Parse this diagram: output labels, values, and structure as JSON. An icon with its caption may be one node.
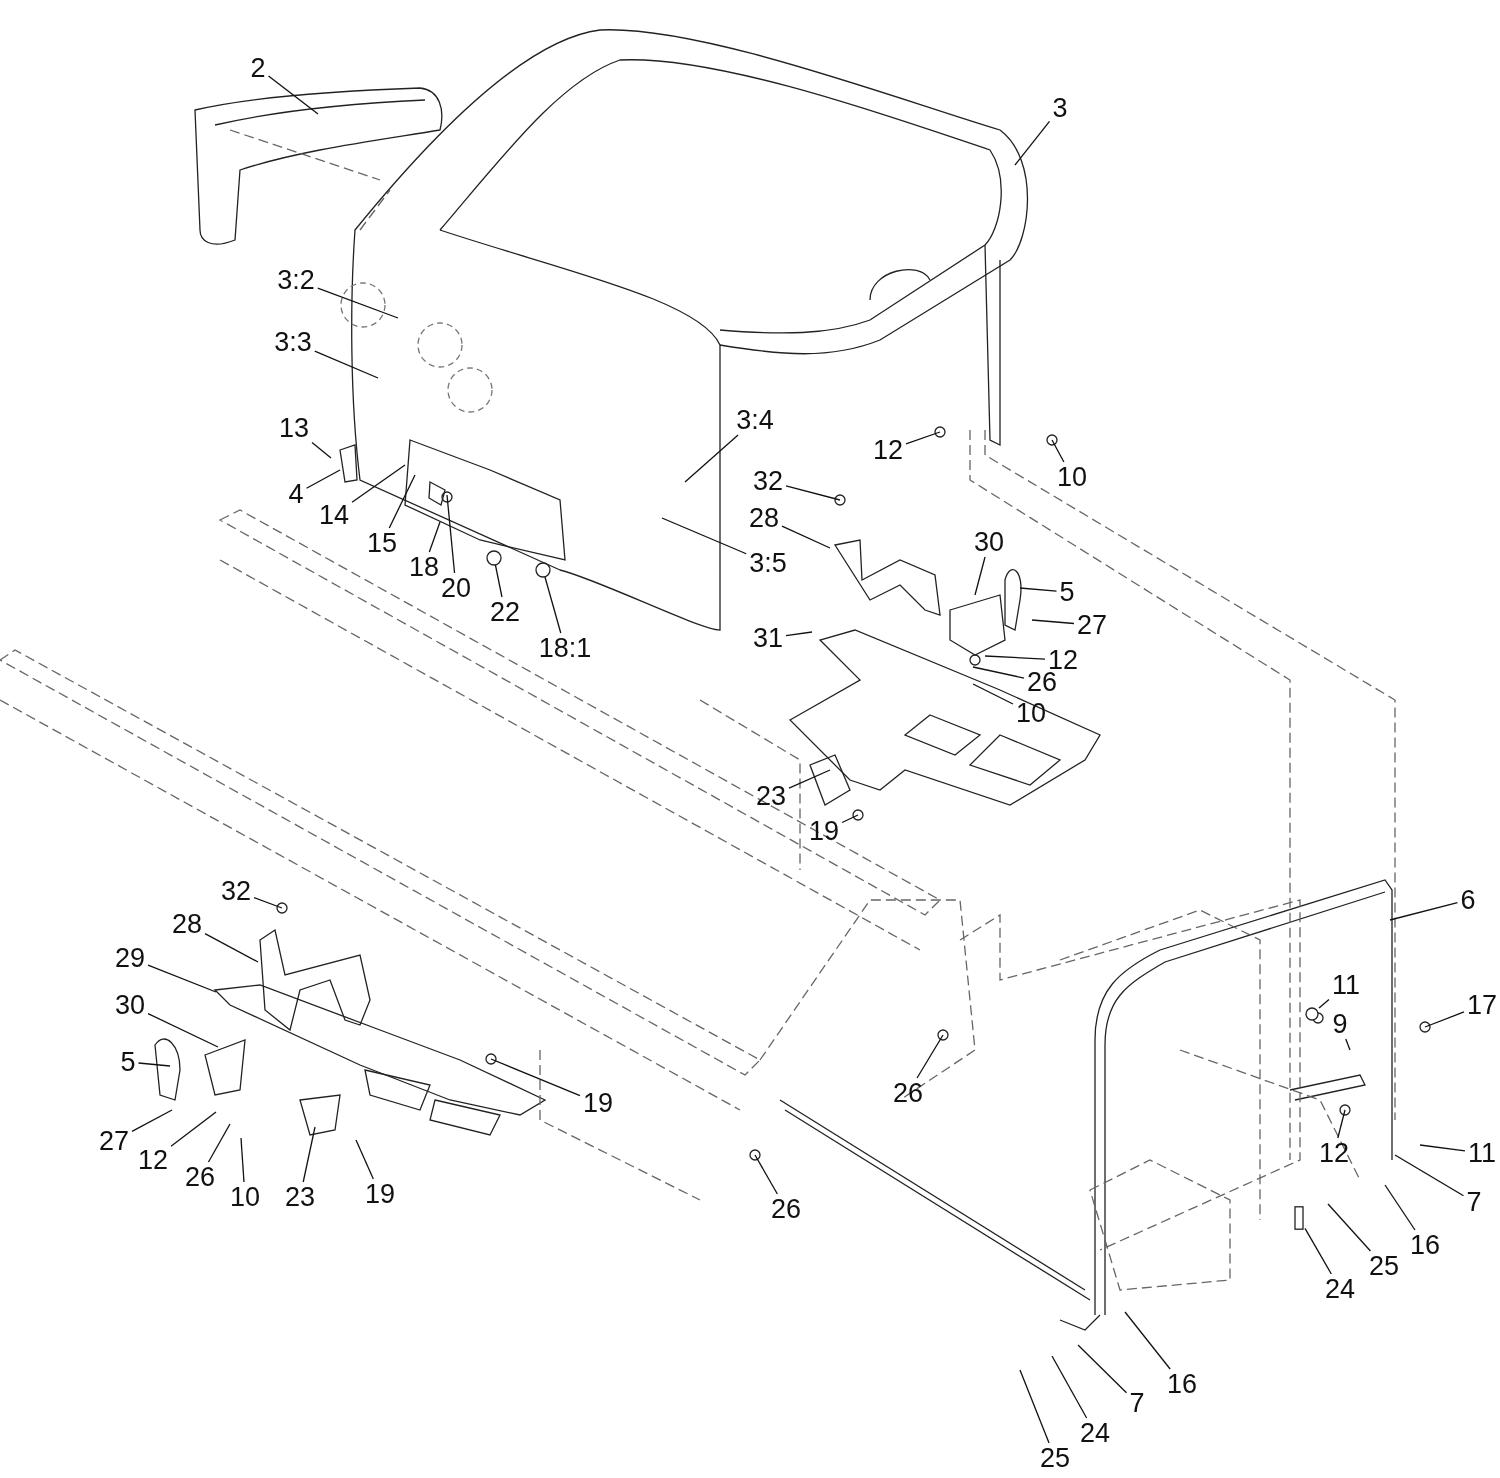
{
  "diagram": {
    "nodes": [
      {
        "text": [
          "2"
        ]
      },
      {
        "text": [
          "3"
        ]
      },
      {
        "text": [
          "3:2"
        ]
      },
      {
        "text": [
          "3:3"
        ]
      },
      {
        "text": [
          "3:4"
        ]
      },
      {
        "text": [
          "3:5"
        ]
      },
      {
        "text": [
          "13"
        ]
      },
      {
        "text": [
          "4"
        ]
      },
      {
        "text": [
          "14"
        ]
      },
      {
        "text": [
          "15"
        ]
      },
      {
        "text": [
          "18"
        ]
      },
      {
        "text": [
          "20"
        ]
      },
      {
        "text": [
          "22"
        ]
      },
      {
        "text": [
          "18:1"
        ]
      },
      {
        "text": [
          "12"
        ]
      },
      {
        "text": [
          "10"
        ]
      },
      {
        "text": [
          "32"
        ]
      },
      {
        "text": [
          "28"
        ]
      },
      {
        "text": [
          "30"
        ]
      },
      {
        "text": [
          "5"
        ]
      },
      {
        "text": [
          "27"
        ]
      },
      {
        "text": [
          "31"
        ]
      },
      {
        "text": [
          "12"
        ]
      },
      {
        "text": [
          "26"
        ]
      },
      {
        "text": [
          "10"
        ]
      },
      {
        "text": [
          "23"
        ]
      },
      {
        "text": [
          "19"
        ]
      },
      {
        "text": [
          "32"
        ]
      },
      {
        "text": [
          "28"
        ]
      },
      {
        "text": [
          "29"
        ]
      },
      {
        "text": [
          "30"
        ]
      },
      {
        "text": [
          "5"
        ]
      },
      {
        "text": [
          "27"
        ]
      },
      {
        "text": [
          "12"
        ]
      },
      {
        "text": [
          "26"
        ]
      },
      {
        "text": [
          "10"
        ]
      },
      {
        "text": [
          "23"
        ]
      },
      {
        "text": [
          "19"
        ]
      },
      {
        "text": [
          "19"
        ]
      },
      {
        "text": [
          "26"
        ]
      },
      {
        "text": [
          "26"
        ]
      },
      {
        "text": [
          "6"
        ]
      },
      {
        "text": [
          "11"
        ]
      },
      {
        "text": [
          "9"
        ]
      },
      {
        "text": [
          "17"
        ]
      },
      {
        "text": [
          "12"
        ]
      },
      {
        "text": [
          "11"
        ]
      },
      {
        "text": [
          "7"
        ]
      },
      {
        "text": [
          "16"
        ]
      },
      {
        "text": [
          "25"
        ]
      },
      {
        "text": [
          "24"
        ]
      },
      {
        "text": [
          "16"
        ]
      },
      {
        "text": [
          "7"
        ]
      },
      {
        "text": [
          "24"
        ]
      },
      {
        "text": [
          "25"
        ]
      },
      {
        "text": [],
        "shape": "circle"
      },
      {
        "text": [],
        "shape": "circle"
      },
      {
        "text": [],
        "shape": "circle"
      },
      {
        "text": [],
        "shape": "box"
      }
    ],
    "edges": [
      {
        "from": 0,
        "to": null,
        "arrow": "none"
      },
      {
        "from": 1,
        "to": null,
        "arrow": "none"
      },
      {
        "from": 2,
        "to": null,
        "arrow": "none"
      },
      {
        "from": 3,
        "to": null,
        "arrow": "none"
      },
      {
        "from": 4,
        "to": null,
        "arrow": "none"
      },
      {
        "from": 5,
        "to": null,
        "arrow": "none"
      },
      {
        "from": 6,
        "to": null,
        "arrow": "none"
      },
      {
        "from": 7,
        "to": null,
        "arrow": "none"
      },
      {
        "from": 8,
        "to": null,
        "arrow": "none"
      },
      {
        "from": 9,
        "to": null,
        "arrow": "none"
      },
      {
        "from": 10,
        "to": null,
        "arrow": "none"
      },
      {
        "from": 11,
        "to": null,
        "arrow": "none"
      },
      {
        "from": 12,
        "to": 55,
        "arrow": "none"
      },
      {
        "from": 13,
        "to": 56,
        "arrow": "none"
      },
      {
        "from": 14,
        "to": null,
        "arrow": "none"
      },
      {
        "from": 15,
        "to": null,
        "arrow": "none"
      },
      {
        "from": 16,
        "to": null,
        "arrow": "none"
      },
      {
        "from": 17,
        "to": null,
        "arrow": "none"
      },
      {
        "from": 18,
        "to": null,
        "arrow": "none"
      },
      {
        "from": 19,
        "to": null,
        "arrow": "none"
      },
      {
        "from": 20,
        "to": null,
        "arrow": "none"
      },
      {
        "from": 21,
        "to": null,
        "arrow": "none"
      },
      {
        "from": 22,
        "to": null,
        "arrow": "none"
      },
      {
        "from": 23,
        "to": null,
        "arrow": "none"
      },
      {
        "from": 24,
        "to": null,
        "arrow": "none"
      },
      {
        "from": 25,
        "to": null,
        "arrow": "none"
      },
      {
        "from": 26,
        "to": null,
        "arrow": "none"
      },
      {
        "from": 27,
        "to": null,
        "arrow": "none"
      },
      {
        "from": 28,
        "to": null,
        "arrow": "none"
      },
      {
        "from": 29,
        "to": null,
        "arrow": "none"
      },
      {
        "from": 30,
        "to": null,
        "arrow": "none"
      },
      {
        "from": 31,
        "to": null,
        "arrow": "none"
      },
      {
        "from": 32,
        "to": null,
        "arrow": "none"
      },
      {
        "from": 33,
        "to": null,
        "arrow": "none"
      },
      {
        "from": 34,
        "to": null,
        "arrow": "none"
      },
      {
        "from": 35,
        "to": null,
        "arrow": "none"
      },
      {
        "from": 36,
        "to": null,
        "arrow": "none"
      },
      {
        "from": 37,
        "to": null,
        "arrow": "none"
      },
      {
        "from": 38,
        "to": null,
        "arrow": "none"
      },
      {
        "from": 39,
        "to": null,
        "arrow": "none"
      },
      {
        "from": 40,
        "to": null,
        "arrow": "none"
      },
      {
        "from": 41,
        "to": null,
        "arrow": "none"
      },
      {
        "from": 42,
        "to": 57,
        "arrow": "none"
      },
      {
        "from": 43,
        "to": null,
        "arrow": "none"
      },
      {
        "from": 44,
        "to": null,
        "arrow": "none"
      },
      {
        "from": 45,
        "to": null,
        "arrow": "none"
      },
      {
        "from": 46,
        "to": null,
        "arrow": "none"
      },
      {
        "from": 47,
        "to": null,
        "arrow": "none"
      },
      {
        "from": 48,
        "to": null,
        "arrow": "none"
      },
      {
        "from": 49,
        "to": null,
        "arrow": "none"
      },
      {
        "from": 50,
        "to": 58,
        "arrow": "none"
      },
      {
        "from": 51,
        "to": null,
        "arrow": "none"
      },
      {
        "from": 52,
        "to": null,
        "arrow": "none"
      },
      {
        "from": 53,
        "to": null,
        "arrow": "none"
      },
      {
        "from": 54,
        "to": null,
        "arrow": "none"
      }
    ]
  }
}
